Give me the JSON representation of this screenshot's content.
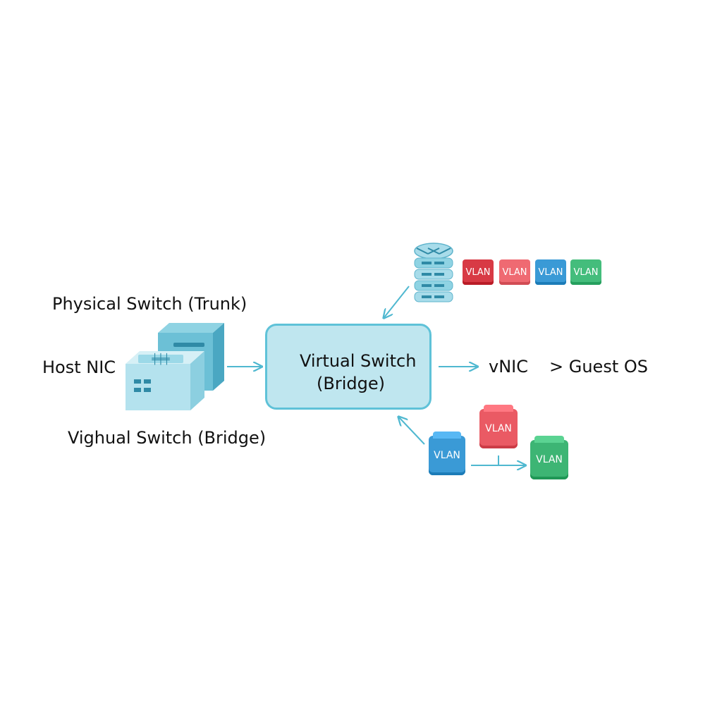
{
  "labels": {
    "physical_switch": "Physical Switch (Trunk)",
    "host_nic": "Host NIC",
    "vighual_switch": "Vighual Switch (Bridge)",
    "vnic": "vNIC",
    "guest_os": "> Guest OS"
  },
  "virtual_switch": {
    "title": "Virtual Switch",
    "subtitle": "(Bridge)"
  },
  "vlan_tags": [
    {
      "label": "VLAN",
      "color": "#d83a45"
    },
    {
      "label": "VLAN",
      "color": "#ef6a72"
    },
    {
      "label": "VLAN",
      "color": "#3a9ad6"
    },
    {
      "label": "VLAN",
      "color": "#44bd7c"
    }
  ],
  "vlan_cubes": {
    "blue": {
      "label": "VLAN",
      "color": "#3a9ad6"
    },
    "red": {
      "label": "VLAN",
      "color": "#ea5a64"
    },
    "green": {
      "label": "VLAN",
      "color": "#3db574"
    }
  },
  "colors": {
    "accent": "#5fc2d8",
    "box_fill": "#bfe6ef",
    "arrow": "#4fb8d0"
  },
  "icons": {
    "host": "host-nic-hardware-icon",
    "server": "server-stack-icon"
  }
}
